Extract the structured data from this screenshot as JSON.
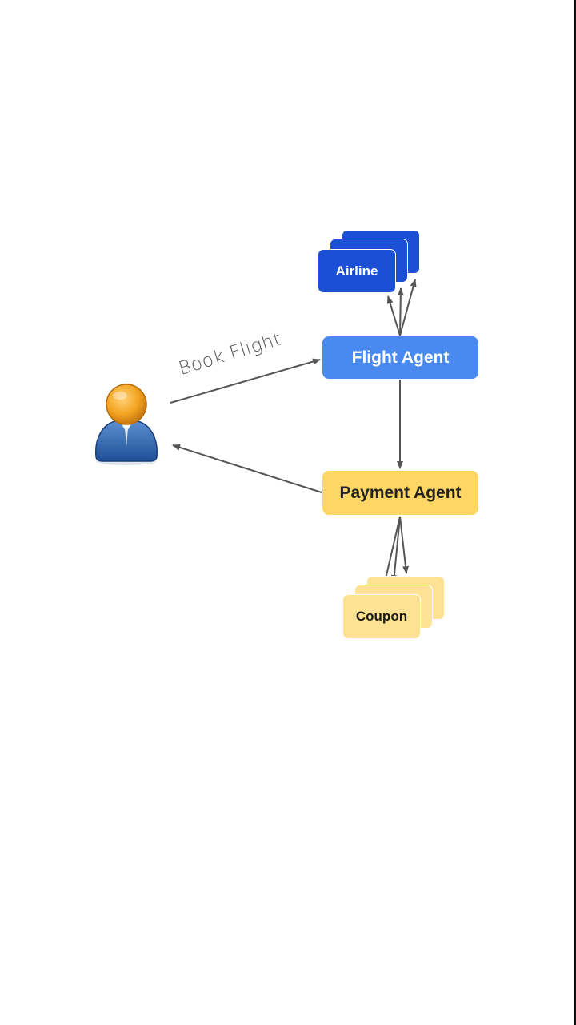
{
  "diagram": {
    "nodes": {
      "airline": {
        "label": "Airline",
        "color": "#1a4fd6"
      },
      "flight_agent": {
        "label": "Flight Agent",
        "color": "#4a8af0"
      },
      "payment_agent": {
        "label": "Payment Agent",
        "color": "#fdd663"
      },
      "coupon": {
        "label": "Coupon",
        "color": "#fde293"
      },
      "user": {
        "icon": "user-icon"
      }
    },
    "edges": {
      "book_flight": {
        "label": "Book Flight",
        "from": "user",
        "to": "flight_agent"
      },
      "flight_to_payment": {
        "from": "flight_agent",
        "to": "payment_agent"
      },
      "payment_to_user": {
        "from": "payment_agent",
        "to": "user"
      },
      "flight_to_airline": {
        "from": "flight_agent",
        "to": "airline"
      },
      "payment_to_coupon": {
        "from": "payment_agent",
        "to": "coupon"
      }
    }
  }
}
